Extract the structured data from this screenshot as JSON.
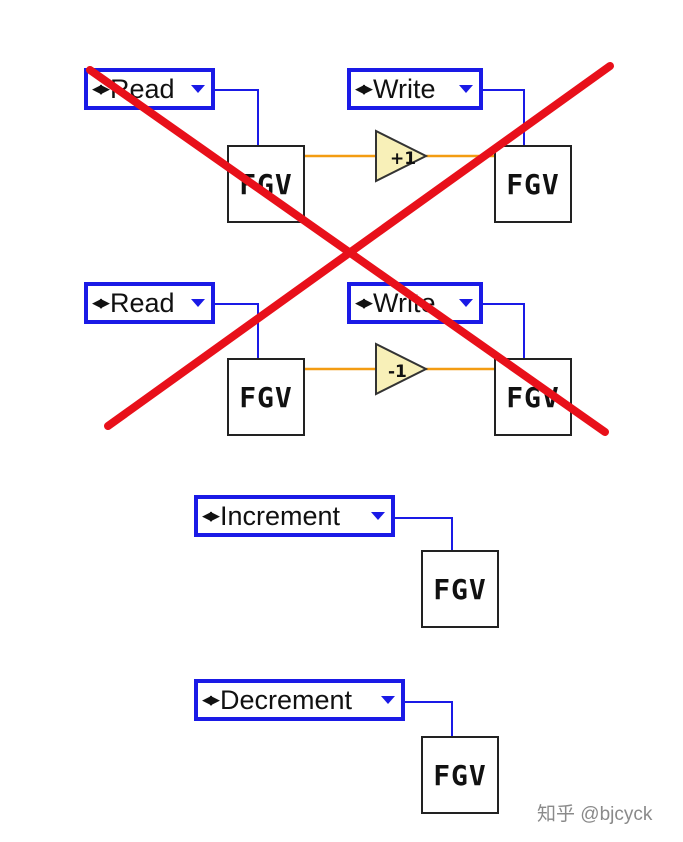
{
  "enums": {
    "read1": "Read",
    "write1": "Write",
    "read2": "Read",
    "write2": "Write",
    "increment": "Increment",
    "decrement": "Decrement"
  },
  "vi_label": "FGV",
  "primitives": {
    "plus_one": "+1",
    "minus_one": "-1"
  },
  "watermark": "知乎 @bjcyck",
  "colors": {
    "enum_border": "#1a1ae6",
    "enum_wire": "#1a1ae6",
    "numeric_wire": "#f39c12",
    "primitive_fill": "#f8f0b8",
    "cross_out": "#e8101a"
  },
  "icons": [
    "left-right-arrows-icon",
    "dropdown-arrow-icon"
  ]
}
